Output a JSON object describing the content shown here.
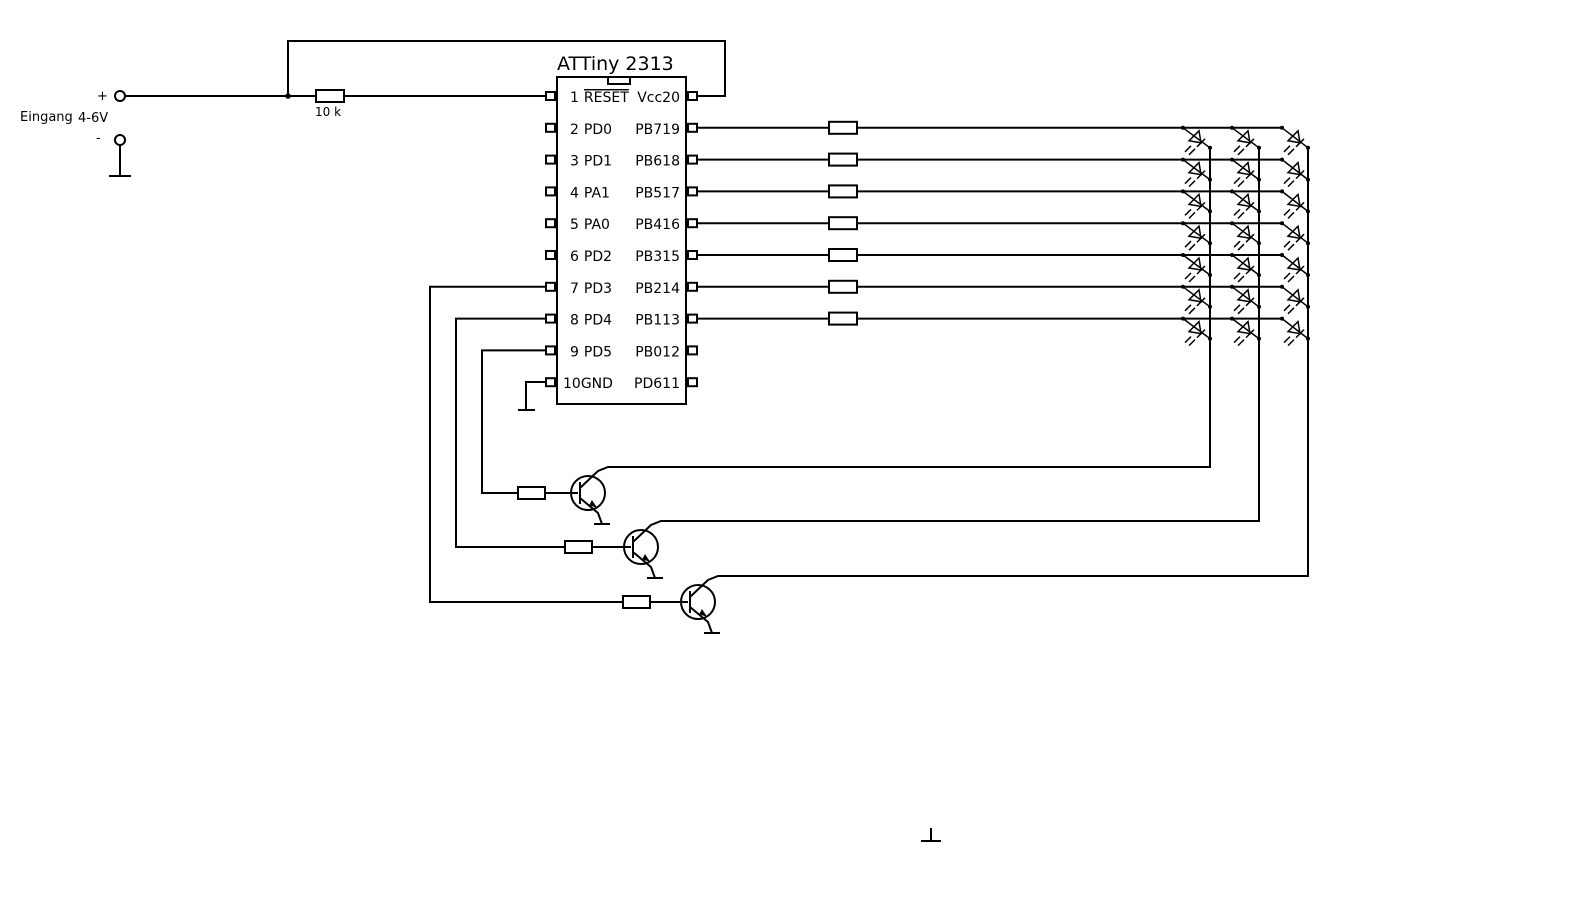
{
  "chip": {
    "title": "ATTiny 2313",
    "left_pins": [
      {
        "num": "1",
        "name": "RESET",
        "overline": true
      },
      {
        "num": "2",
        "name": "PD0"
      },
      {
        "num": "3",
        "name": "PD1"
      },
      {
        "num": "4",
        "name": "PA1"
      },
      {
        "num": "5",
        "name": "PA0"
      },
      {
        "num": "6",
        "name": "PD2"
      },
      {
        "num": "7",
        "name": "PD3"
      },
      {
        "num": "8",
        "name": "PD4"
      },
      {
        "num": "9",
        "name": "PD5"
      },
      {
        "num": "10",
        "name": "GND"
      }
    ],
    "right_pins": [
      {
        "name": "Vcc",
        "num": "20"
      },
      {
        "name": "PB7",
        "num": "19"
      },
      {
        "name": "PB6",
        "num": "18"
      },
      {
        "name": "PB5",
        "num": "17"
      },
      {
        "name": "PB4",
        "num": "16"
      },
      {
        "name": "PB3",
        "num": "15"
      },
      {
        "name": "PB2",
        "num": "14"
      },
      {
        "name": "PB1",
        "num": "13"
      },
      {
        "name": "PB0",
        "num": "12"
      },
      {
        "name": "PD6",
        "num": "11"
      }
    ]
  },
  "input": {
    "label": "Eingang",
    "voltage": "4-6V",
    "plus": "+",
    "minus": "-"
  },
  "pullup_resistor": "10 k",
  "led_matrix": {
    "columns": 3,
    "rows": 7
  }
}
